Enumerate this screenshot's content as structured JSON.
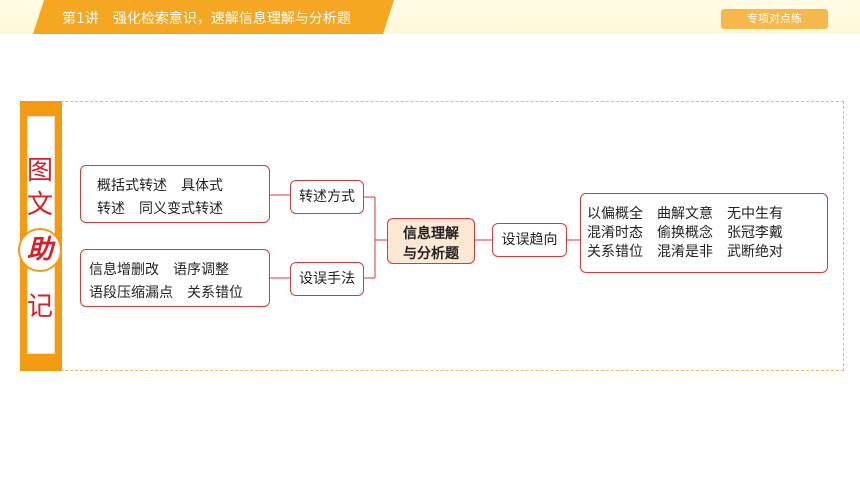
{
  "header": {
    "lesson": "第1讲",
    "title": "强化检索意识，速解信息理解与分析题",
    "badge": "专项对点练"
  },
  "side_label": {
    "chars": [
      "图",
      "文",
      "助",
      "记"
    ]
  },
  "mindmap": {
    "center": [
      "信息理解",
      "与分析题"
    ],
    "left_top_category": "转述方式",
    "left_top_details": [
      "概括式转述　具体式",
      "转述　同义变式转述"
    ],
    "left_bottom_category": "设误手法",
    "left_bottom_details": [
      "信息增删改　语序调整",
      "语段压缩漏点　关系错位"
    ],
    "right_category": "设误趋向",
    "right_details": [
      "以偏概全　曲解文意　无中生有",
      "混淆时态　偷换概念　张冠李戴",
      "关系错位　混淆是非　武断绝对"
    ]
  }
}
